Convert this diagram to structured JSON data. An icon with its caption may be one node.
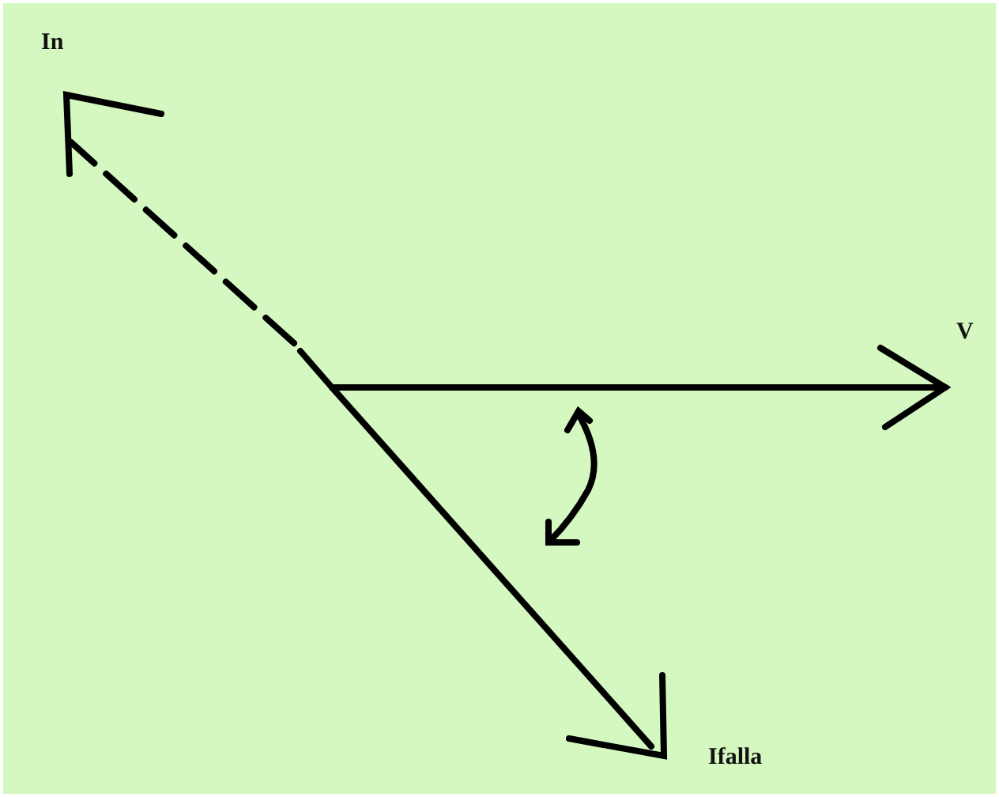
{
  "diagram": {
    "labels": [
      "In",
      "V",
      "Ifalla"
    ]
  }
}
